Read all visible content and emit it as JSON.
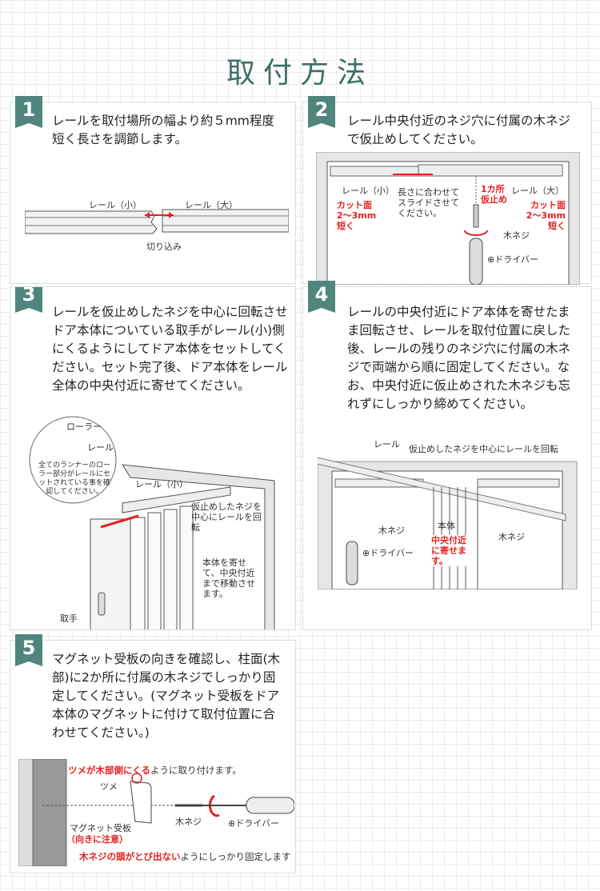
{
  "title": "取付方法",
  "steps": [
    {
      "num": "1",
      "text": "レールを取付場所の幅より約５mm程度短く長さを調節します。",
      "labels": {
        "rail_small": "レール（小）",
        "rail_large": "レール（大）",
        "notch": "切り込み"
      }
    },
    {
      "num": "2",
      "text": "レール中央付近のネジ穴に付属の木ネジで仮止めしてください。",
      "labels": {
        "rail_small": "レール（小）",
        "rail_large": "レール（大）",
        "slide": "長さに合わせてスライドさせてください。",
        "cut_left": "カット面 2〜3mm 短く",
        "cut_right": "カット面 2〜3mm 短く",
        "temp_fix": "1カ所 仮止め",
        "screw": "木ネジ",
        "driver": "⊕ドライバー"
      }
    },
    {
      "num": "3",
      "text": "レールを仮止めしたネジを中心に回転させドア本体についている取手がレール(小)側にくるようにしてドア本体をセットしてください。セット完了後、ドア本体をレール全体の中央付近に寄せてください。",
      "labels": {
        "roller": "ローラー",
        "rail": "レール",
        "runner_note": "全てのランナーのローラー部分がレールにセットされている事を確認してください。",
        "rail_small": "レール（小）",
        "rotate": "仮止めしたネジを中心にレールを回転",
        "move": "本体を寄せて、中央付近まで移動させます。",
        "handle": "取手"
      }
    },
    {
      "num": "4",
      "text": "レールの中央付近にドア本体を寄せたまま回転させ、レールを取付位置に戻した後、レールの残りのネジ穴に付属の木ネジで両端から順に固定してください。なお、中央付近に仮止めされた木ネジも忘れずにしっかり締めてください。",
      "labels": {
        "rail": "レール",
        "rotate": "仮止めしたネジを中心にレールを回転",
        "screw_left": "木ネジ",
        "screw_right": "木ネジ",
        "body": "本体",
        "center": "中央付近に寄せます。",
        "driver": "⊕ドライバー"
      }
    },
    {
      "num": "5",
      "text": "マグネット受板の向きを確認し、柱面(木部)に2か所に付属の木ネジでしっかり固定してください。(マグネット受板をドア本体のマグネットに付けて取付位置に合わせてください。)",
      "labels": {
        "claw_note_red": "ツメが木部側にくる",
        "claw_note_rest": "ように取り付けます。",
        "claw": "ツメ",
        "plate": "マグネット受板",
        "caution": "（向きに注意）",
        "screw": "木ネジ",
        "driver": "⊕ドライバー",
        "fix_red": "木ネジの頭がとび出ない",
        "fix_rest": "ようにしっかり固定します"
      }
    }
  ],
  "colors": {
    "accent": "#4f857d",
    "title": "#3d6f68",
    "warning": "#e62020"
  }
}
